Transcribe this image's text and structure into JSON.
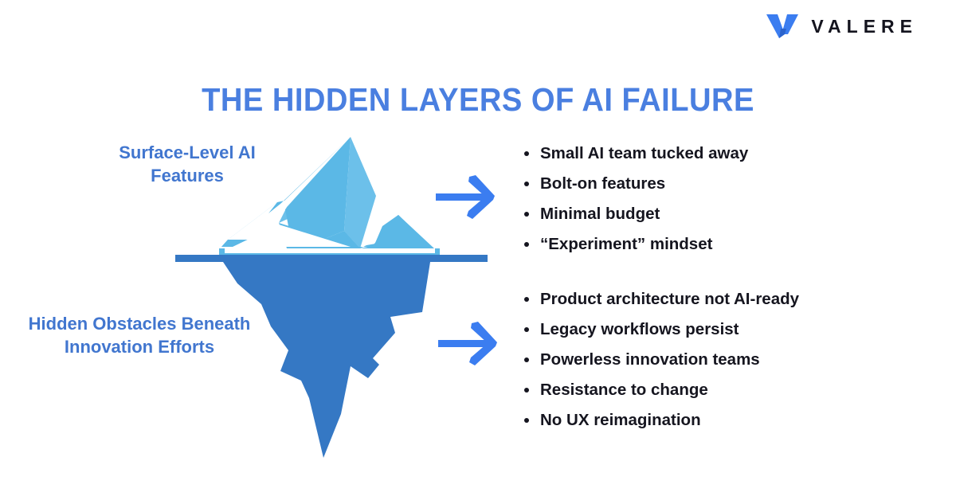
{
  "brand": {
    "logo_icon": "valere-v-mark-icon",
    "wordmark": "VALERE",
    "accent_color": "#3b7df0",
    "wordmark_color": "#14141e"
  },
  "title": {
    "text": "THE HIDDEN LAYERS OF AI FAILURE",
    "color": "#4a7fe0"
  },
  "illustration": {
    "name": "iceberg-diagram",
    "waterline_label": "waterline",
    "above_water_color": "#5bb8e6",
    "below_water_color": "#3578c4",
    "highlight_color": "#ffffff"
  },
  "labels": {
    "surface": "Surface-Level AI Features",
    "hidden": "Hidden Obstacles Beneath Innovation Efforts",
    "color": "#4176cf"
  },
  "arrows": {
    "top_icon": "arrow-right-icon",
    "bottom_icon": "arrow-right-icon",
    "color": "#3b7df0"
  },
  "lists": {
    "surface": {
      "items": [
        "Small AI team tucked away",
        "Bolt-on features",
        "Minimal budget",
        "“Experiment” mindset"
      ]
    },
    "hidden": {
      "items": [
        "Product architecture not AI-ready",
        "Legacy workflows persist",
        "Powerless innovation teams",
        "Resistance to change",
        "No UX reimagination"
      ]
    },
    "text_color": "#15151f"
  }
}
